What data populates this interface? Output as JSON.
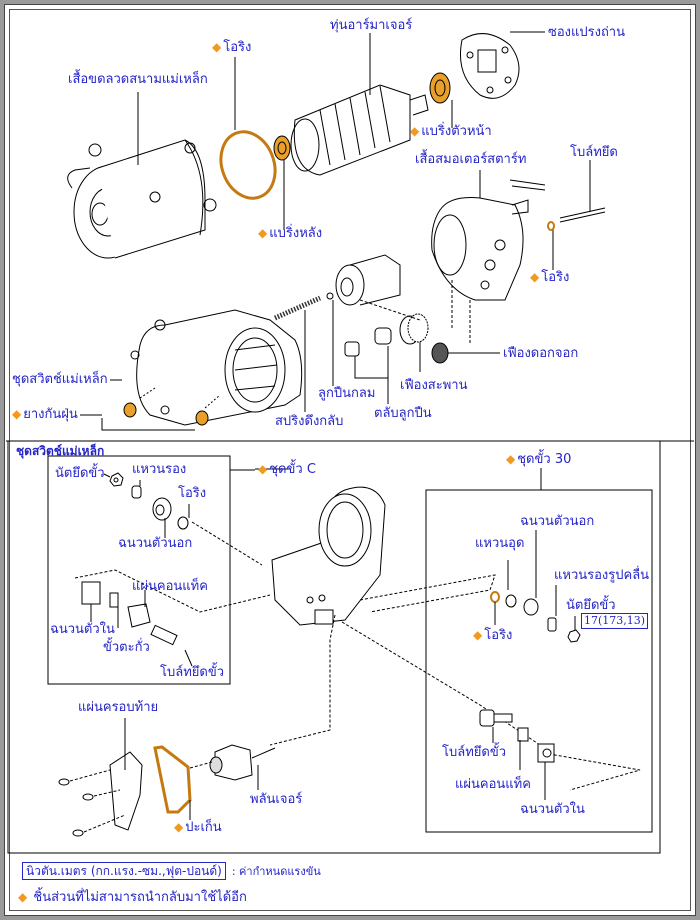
{
  "diagram": {
    "title": "Starter motor exploded view",
    "colors": {
      "label": "#2424c8",
      "non_reusable_marker": "#f29a1e",
      "line": "#000000",
      "part_fill_orange": "#e8a02a"
    },
    "top_labels": {
      "oring_top": "โอริง",
      "field_frame": "เสื้อขดลวดสนามแม่เหล็ก",
      "armature": "ทุ่นอาร์มาเจอร์",
      "brush_holder": "ซองแปรงถ่าน",
      "front_bearing": "แบริ่งตัวหน้า",
      "starter_housing": "เสื้อสมอเตอร์สตาร์ท",
      "through_bolt": "โบล์ทยึด",
      "rear_bearing": "แบริ่งหลัง",
      "oring_right": "โอริง",
      "pinion_gear": "เฟืองดอกจอก",
      "idler_gear": "เฟืองสะพาน",
      "ball": "ลูกปืนกลม",
      "bearing_retainer": "ตลับลูกปืน",
      "return_spring": "สปริงดึงกลับ",
      "magnetic_switch_assy": "ชุดสวิตช์แม่เหล็ก",
      "dust_boot": "ยางกันฝุ่น"
    },
    "non_reusable_flags": {
      "oring_top": true,
      "front_bearing": true,
      "rear_bearing": true,
      "oring_right": true,
      "dust_boot": true,
      "terminal_c_kit": true,
      "terminal_30_kit": true,
      "oring_30": true,
      "gasket": true
    },
    "switch_section": {
      "title": "ชุดสวิตช์แม่เหล็ก",
      "terminal_c_kit": "ชุดขั้ว C",
      "c_nut": "นัตยึดขั้ว",
      "c_washer": "แหวนรอง",
      "c_oring": "โอริง",
      "c_outer_insulator": "ฉนวนตัวนอก",
      "c_inner_insulator": "ฉนวนตัวใน",
      "c_contact_plate": "แผ่นคอนแท็ค",
      "c_lead_terminal": "ขั้วตะกั่ว",
      "c_terminal_bolt": "โบล์ทยึดขั้ว",
      "terminal_30_kit": "ชุดขั้ว 30",
      "t30_outer_insulator": "ฉนวนตัวนอก",
      "t30_seal_washer": "แหวนอุด",
      "t30_wave_washer": "แหวนรองรูปคลื่น",
      "t30_oring": "โอริง",
      "t30_nut": "นัตยึดขั้ว",
      "t30_torque": "17(173,13)",
      "t30_terminal_bolt": "โบล์ทยึดขั้ว",
      "t30_contact_plate": "แผ่นคอนแท็ค",
      "t30_inner_insulator": "ฉนวนตัวใน",
      "end_cover": "แผ่นครอบท้าย",
      "plunger": "พลันเจอร์",
      "gasket": "ปะเก็น"
    },
    "legend": {
      "torque_unit": "นิวตัน.เมตร (กก.แรง.-ซม.,ฟุต-ปอนด์)",
      "torque_desc": ": ค่ากำหนดแรงขัน",
      "non_reusable": "ชิ้นส่วนที่ไม่สามารถนำกลับมาใช้ได้อีก",
      "marker": "◆"
    }
  }
}
